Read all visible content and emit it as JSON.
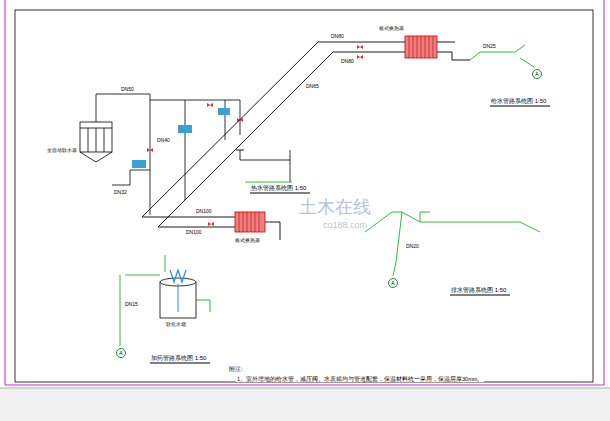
{
  "diagram": {
    "nodes": [
      {
        "text": [
          "A"
        ]
      },
      {
        "text": [
          "A"
        ]
      },
      {
        "text": [
          "A"
        ]
      }
    ],
    "labels": [
      "给水管路系统图 1:50",
      "热水管路系统图 1:50",
      "排水管路系统图 1:50",
      "加药管路系统图 1:50",
      "附注:",
      "1、室外埋地的给水管，减压阀、水表箱均与管道配套，保温材料统一采用，保温层厚30mm。",
      "DN80",
      "DN80",
      "DN100",
      "DN100",
      "DN50",
      "DN40",
      "DN32",
      "DN65",
      "板式换热器",
      "板式换热器",
      "软化水箱",
      "全自动软水器",
      "DN25",
      "DN20",
      "DN15",
      "土木在线",
      "co188.com"
    ]
  }
}
